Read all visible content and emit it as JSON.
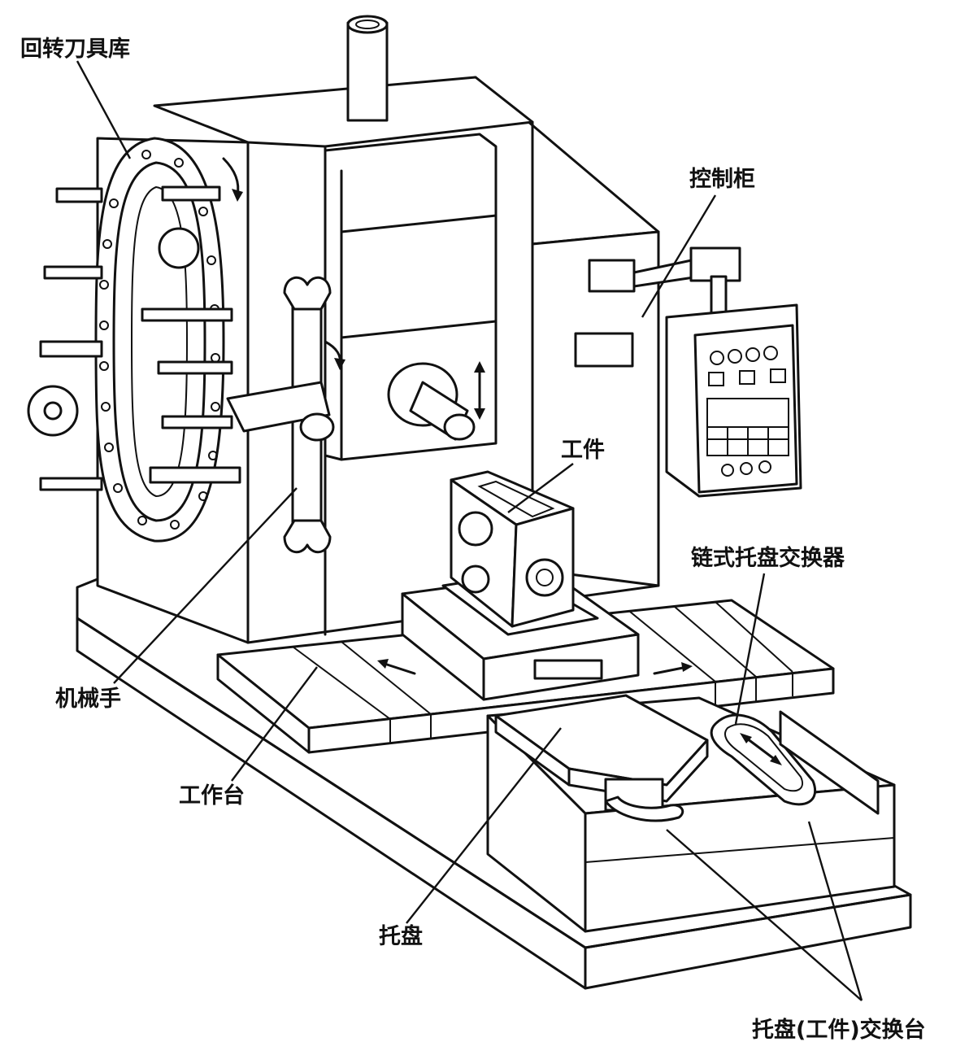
{
  "labels": {
    "tool_magazine": "回转刀具库",
    "control_cabinet": "控制柜",
    "workpiece": "工件",
    "chain_pallet_changer": "链式托盘交换器",
    "manipulator": "机械手",
    "worktable": "工作台",
    "pallet": "托盘",
    "pallet_exchange_table": "托盘(工件)交换台"
  }
}
